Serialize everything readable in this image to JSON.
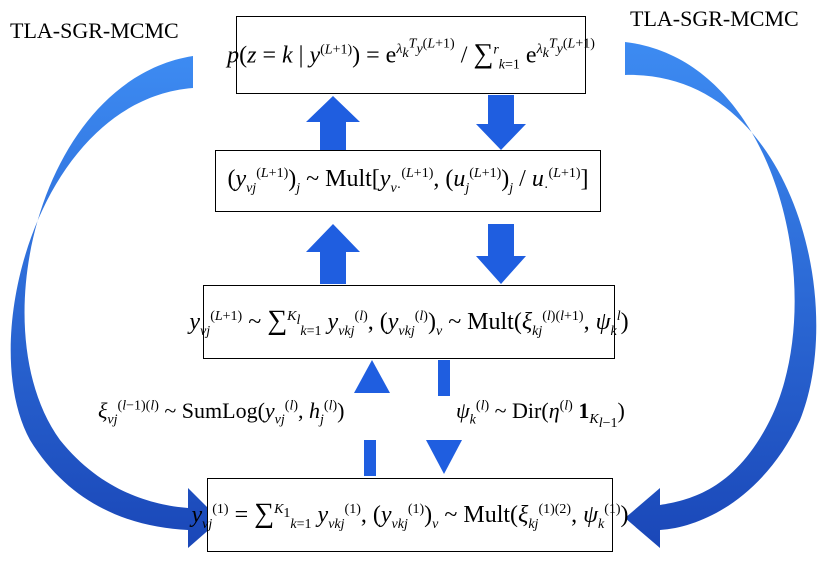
{
  "labels": {
    "left": "TLA-SGR-MCMC",
    "right": "TLA-SGR-MCMC"
  },
  "boxes": {
    "box1": "p(z = k | y(L+1)) = e^(λkT y(L+1)) / Σ(k=1..r) e^(λkT y(L+1))",
    "box2": "(yvj(L+1))j ~ Mult[yv(L+1), (uj(L+1))j / u(L+1)]",
    "box3": "yvj(L+1) ~ Σ(k=1..Kl) yvkj(l), (yvkj(l))v ~ Mult(ξkj(l)(l+1), ψkl)",
    "box4": "yvj(1) = Σ(k=1..K1) yvkj(1), (yvkj(1))v ~ Mult(ξkj(1)(2), ψk(1))"
  },
  "side_formulas": {
    "left": "ξvj(l−1)(l) ~ SumLog(yvj(l), hj(l))",
    "right": "ψk(l) ~ Dir(η(l) 1Kl−1)"
  },
  "colors": {
    "arrow": "#1f5ee0",
    "arrow_light": "#2f7cf0",
    "arrow_dark": "#1a47b8",
    "border": "#000000"
  }
}
